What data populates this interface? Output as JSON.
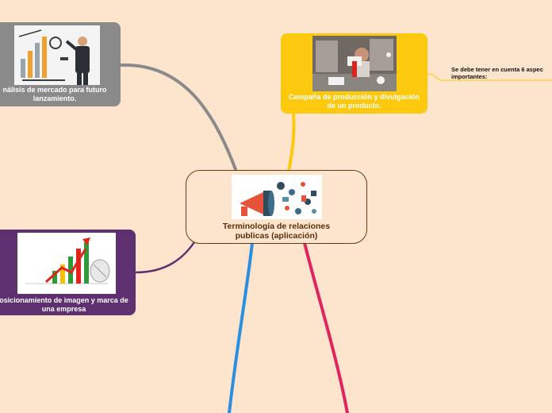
{
  "central": {
    "title_line1": "Terminología de relaciones",
    "title_line2": "publicas (aplicación)"
  },
  "top_left": {
    "label_line1": "nálisis de mercado para futuro",
    "label_line2": "lanzamiento."
  },
  "top_right": {
    "label_line1": "Campaña de producción y divulgación",
    "label_line2": "de un producto."
  },
  "left": {
    "label_line1": "osicionamiento de imagen y marca de",
    "label_line2": "una empresa"
  },
  "note": {
    "line1": "Se debe tener en cuenta 6 aspec",
    "line2": "importantes:"
  },
  "colors": {
    "background": "#fde5cd",
    "central_border": "#6b3a12",
    "top_left_node": "#8a8a8a",
    "top_right_node": "#fdc90f",
    "left_node": "#5e3070",
    "branch_blue": "#2a8fe0",
    "branch_red": "#e0245e",
    "note_connector": "#fdc90f"
  },
  "icons": {
    "central": "megaphone-icon",
    "top_left": "businessman-chart-icon",
    "top_right": "video-camera-icon",
    "left": "growth-chart-icon"
  }
}
